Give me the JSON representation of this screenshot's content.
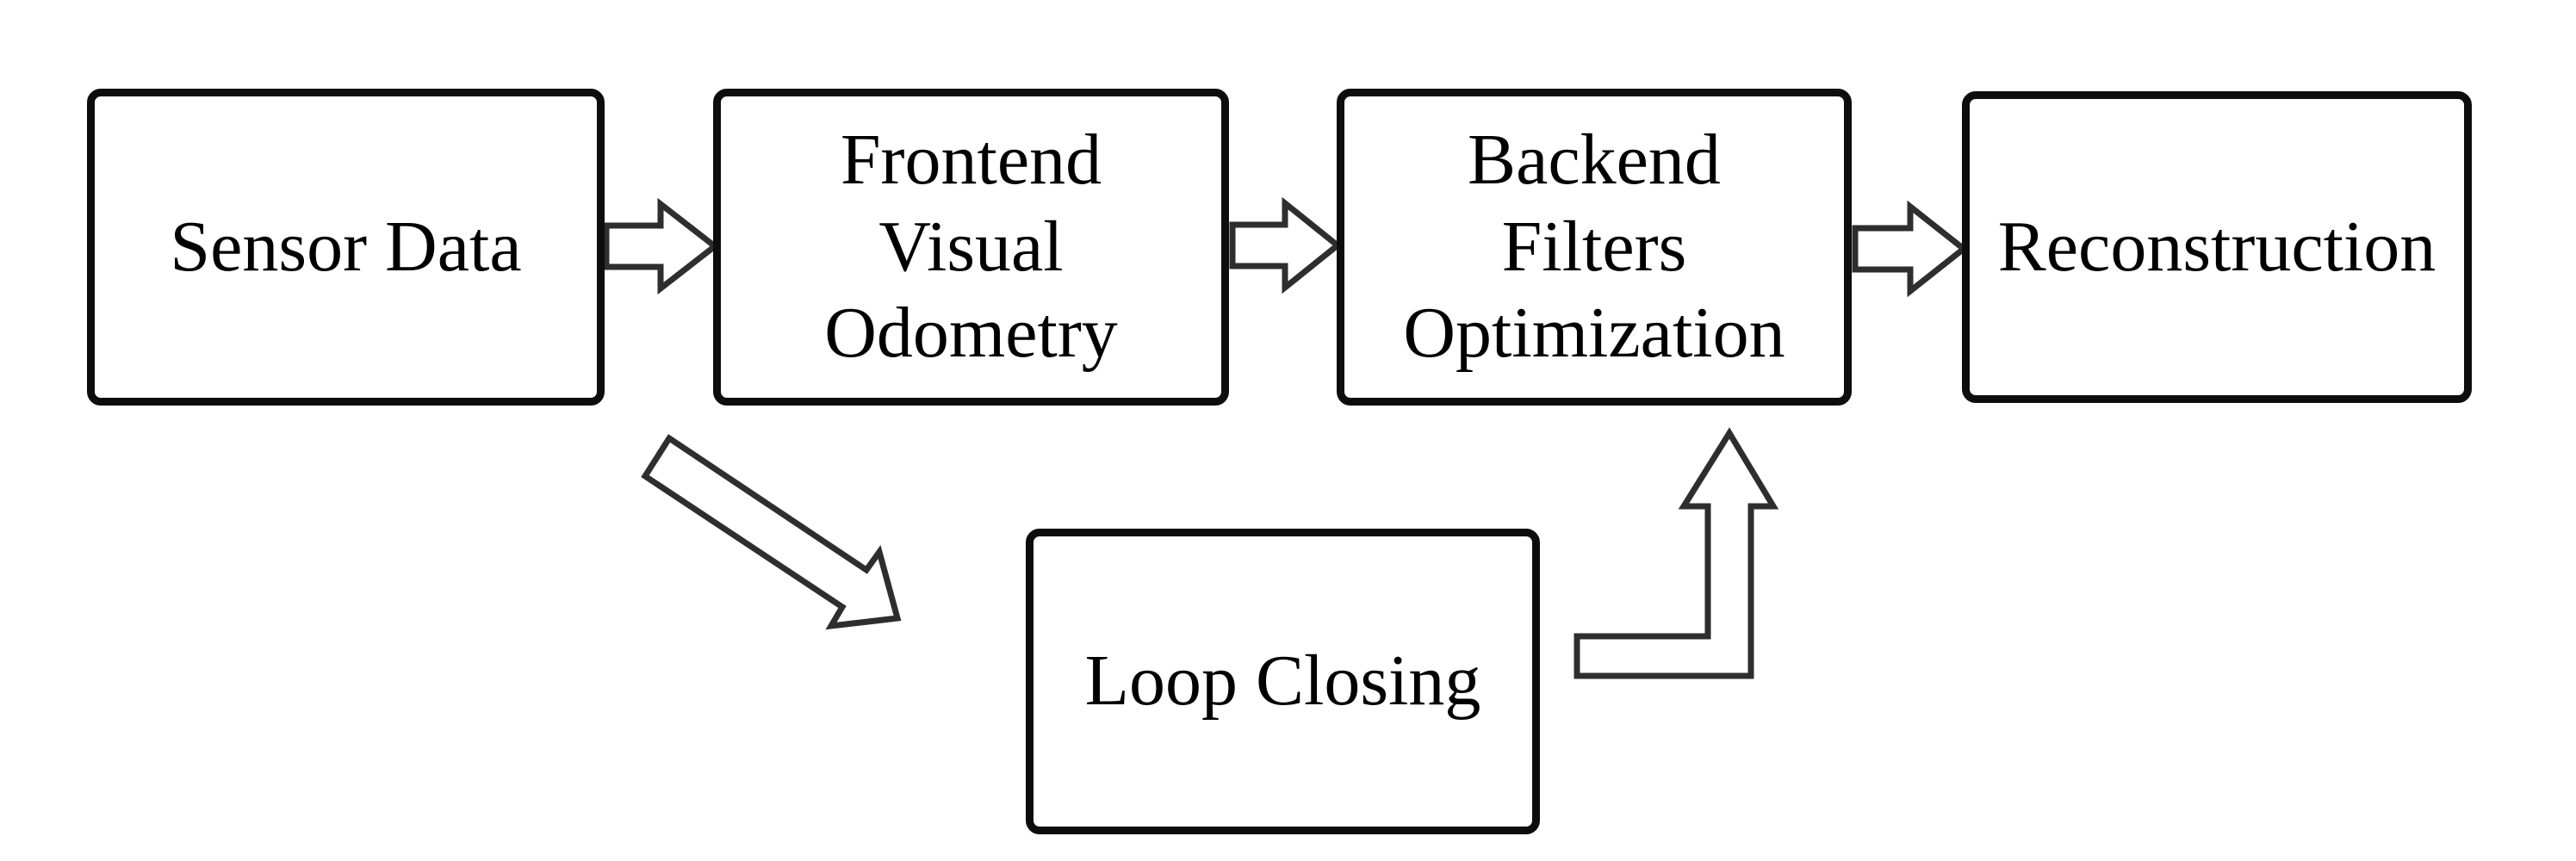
{
  "diagram": {
    "nodes": [
      {
        "id": "sensor-data",
        "label": "Sensor Data"
      },
      {
        "id": "frontend-visual-odometry",
        "label": "Frontend\nVisual Odometry"
      },
      {
        "id": "backend-filters-optimization",
        "label": "Backend\nFilters\nOptimization"
      },
      {
        "id": "reconstruction",
        "label": "Reconstruction"
      },
      {
        "id": "loop-closing",
        "label": "Loop Closing"
      }
    ],
    "edges": [
      {
        "from": "sensor-data",
        "to": "frontend-visual-odometry",
        "style": "hollow-block-arrow-right"
      },
      {
        "from": "frontend-visual-odometry",
        "to": "backend-filters-optimization",
        "style": "hollow-block-arrow-right"
      },
      {
        "from": "backend-filters-optimization",
        "to": "reconstruction",
        "style": "hollow-block-arrow-right"
      },
      {
        "from": "sensor-data",
        "to": "loop-closing",
        "style": "hollow-block-arrow-diagonal-down-right"
      },
      {
        "from": "loop-closing",
        "to": "backend-filters-optimization",
        "style": "hollow-block-arrow-bent-up"
      }
    ],
    "colors": {
      "background": "#ffffff",
      "node_fill": "#ffffff",
      "node_border": "#0d0d0d",
      "arrow_fill": "#ffffff",
      "arrow_outline": "#2e2e2e",
      "text": "#000000"
    }
  }
}
